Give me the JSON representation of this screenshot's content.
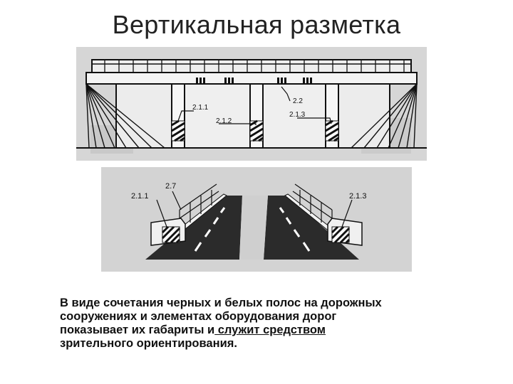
{
  "title": "Вертикальная разметка",
  "bridge_labels": {
    "l211": "2.1.1",
    "l212": "2.1.2",
    "l22": "2.2",
    "l213": "2.1.3"
  },
  "road_labels": {
    "l211": "2.1.1",
    "l27": "2.7",
    "l213": "2.1.3"
  },
  "caption": {
    "line1": "В виде сочетания черных и белых полос на дорожных",
    "line2": "сооружениях и элементах оборудования дорог",
    "line3a": "показывает их габариты и",
    "line3b": " служит средством",
    "line4": "зрительного ориентирования."
  }
}
